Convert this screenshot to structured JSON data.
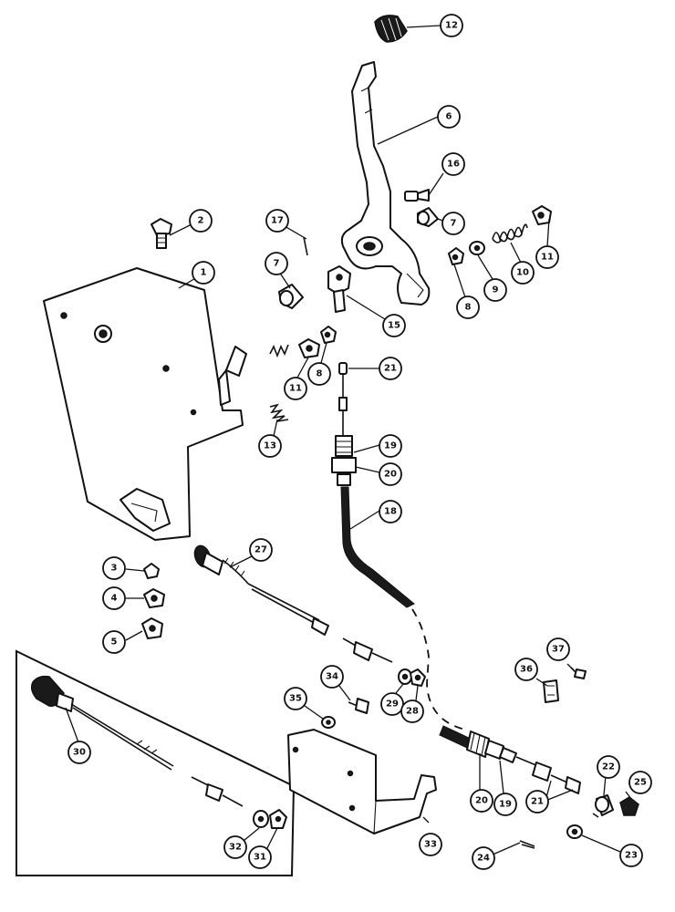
{
  "callouts": [
    {
      "id": "c12",
      "label": "12"
    },
    {
      "id": "c6",
      "label": "6"
    },
    {
      "id": "c16",
      "label": "16"
    },
    {
      "id": "c2",
      "label": "2"
    },
    {
      "id": "c17",
      "label": "17"
    },
    {
      "id": "c7a",
      "label": "7"
    },
    {
      "id": "c7b",
      "label": "7"
    },
    {
      "id": "c11a",
      "label": "11"
    },
    {
      "id": "c1",
      "label": "1"
    },
    {
      "id": "c10",
      "label": "10"
    },
    {
      "id": "c9",
      "label": "9"
    },
    {
      "id": "c8a",
      "label": "8"
    },
    {
      "id": "c15",
      "label": "15"
    },
    {
      "id": "c11b",
      "label": "11"
    },
    {
      "id": "c8b",
      "label": "8"
    },
    {
      "id": "c21a",
      "label": "21"
    },
    {
      "id": "c13",
      "label": "13"
    },
    {
      "id": "c19a",
      "label": "19"
    },
    {
      "id": "c20a",
      "label": "20"
    },
    {
      "id": "c18",
      "label": "18"
    },
    {
      "id": "c27",
      "label": "27"
    },
    {
      "id": "c3",
      "label": "3"
    },
    {
      "id": "c4",
      "label": "4"
    },
    {
      "id": "c5",
      "label": "5"
    },
    {
      "id": "c37",
      "label": "37"
    },
    {
      "id": "c36",
      "label": "36"
    },
    {
      "id": "c34",
      "label": "34"
    },
    {
      "id": "c35",
      "label": "35"
    },
    {
      "id": "c29",
      "label": "29"
    },
    {
      "id": "c28",
      "label": "28"
    },
    {
      "id": "c30",
      "label": "30"
    },
    {
      "id": "c22",
      "label": "22"
    },
    {
      "id": "c25",
      "label": "25"
    },
    {
      "id": "c20b",
      "label": "20"
    },
    {
      "id": "c19b",
      "label": "19"
    },
    {
      "id": "c21b",
      "label": "21"
    },
    {
      "id": "c32",
      "label": "32"
    },
    {
      "id": "c31",
      "label": "31"
    },
    {
      "id": "c33",
      "label": "33"
    },
    {
      "id": "c24",
      "label": "24"
    },
    {
      "id": "c23",
      "label": "23"
    }
  ]
}
